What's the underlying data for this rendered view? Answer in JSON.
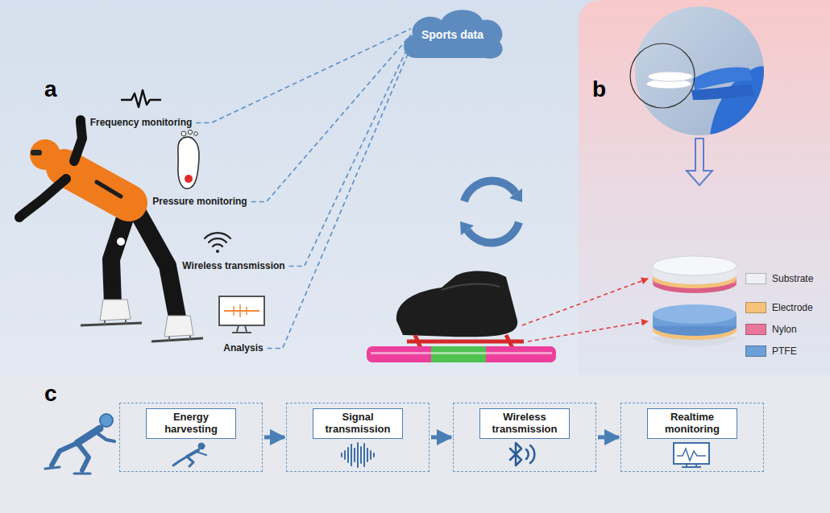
{
  "diagram": {
    "nodes": [
      {
        "text": [
          "Frequency monitoring"
        ]
      },
      {
        "text": [
          "Pressure monitoring"
        ]
      },
      {
        "text": [
          "Wireless transmission"
        ]
      },
      {
        "text": [
          "Analysis"
        ]
      },
      {
        "text": [
          "Sports data"
        ]
      },
      {
        "text": [
          "Energy harvesting"
        ]
      },
      {
        "text": [
          "Signal transmission"
        ]
      },
      {
        "text": [
          "Wireless transmission"
        ]
      },
      {
        "text": [
          "Realtime monitoring"
        ]
      }
    ],
    "edges": [
      {
        "from": 0,
        "to": 4,
        "arrow": "none"
      },
      {
        "from": 1,
        "to": 4,
        "arrow": "none"
      },
      {
        "from": 2,
        "to": 4,
        "arrow": "none"
      },
      {
        "from": 3,
        "to": 4,
        "arrow": "none"
      },
      {
        "from": 5,
        "to": 6,
        "arrow": "to"
      },
      {
        "from": 6,
        "to": 7,
        "arrow": "to"
      },
      {
        "from": 7,
        "to": 8,
        "arrow": "to"
      }
    ],
    "labels": [
      "a",
      "b",
      "c"
    ],
    "legend": [
      {
        "text": "Substrate",
        "color": "#eef0f5"
      },
      {
        "text": "Electrode",
        "color": "#f4c27a"
      },
      {
        "text": "Nylon",
        "color": "#e9779b"
      },
      {
        "text": "PTFE",
        "color": "#6d9fd8"
      }
    ]
  }
}
